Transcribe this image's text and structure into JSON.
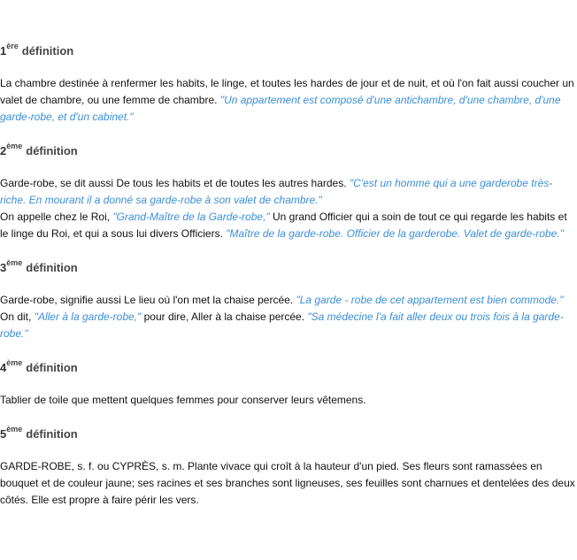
{
  "definitions": [
    {
      "number": "1",
      "suffix": "ère",
      "label": "définition",
      "lines": [
        [
          {
            "t": "La chambre destinée à renfermer les habits, le linge, et toutes les hardes de jour et de nuit, et où l'on fait aussi coucher un valet de chambre, ou une femme de chambre. ",
            "ex": false
          },
          {
            "t": "\"Un appartement est composé d'une antichambre, d'une chambre, d'une garde-robe, et d'un cabinet.\"",
            "ex": true
          }
        ]
      ]
    },
    {
      "number": "2",
      "suffix": "ème",
      "label": "définition",
      "lines": [
        [
          {
            "t": "Garde-robe, se dit aussi De tous les habits et de toutes les autres hardes. ",
            "ex": false
          },
          {
            "t": "\"C'est un homme qui a une garderobe très-riche. En mourant il a donné sa garde-robe à son valet de chambre.\"",
            "ex": true
          }
        ],
        [
          {
            "t": "On appelle chez le Roi, ",
            "ex": false
          },
          {
            "t": "\"Grand-Maître de la Garde-robe,\"",
            "ex": true
          },
          {
            "t": " Un grand Officier qui a soin de tout ce qui regarde les habits et le linge du Roi, et qui a sous lui divers Officiers. ",
            "ex": false
          },
          {
            "t": "\"Maître de la garde-robe. Officier de la garderobe. Valet de garde-robe.\"",
            "ex": true
          }
        ]
      ]
    },
    {
      "number": "3",
      "suffix": "ème",
      "label": "définition",
      "lines": [
        [
          {
            "t": "Garde-robe, signifie aussi Le lieu où l'on met la chaise percée. ",
            "ex": false
          },
          {
            "t": "\"La garde - robe de cet appartement est bien commode.\"",
            "ex": true
          }
        ],
        [
          {
            "t": "On dit, ",
            "ex": false
          },
          {
            "t": "\"Aller à la garde-robe,\"",
            "ex": true
          },
          {
            "t": " pour dire, Aller à la chaise percée. ",
            "ex": false
          },
          {
            "t": "\"Sa médecine l'a fait aller deux ou trois fois à la garde-robe.\"",
            "ex": true
          }
        ]
      ]
    },
    {
      "number": "4",
      "suffix": "ème",
      "label": "définition",
      "lines": [
        [
          {
            "t": "Tablier de toile que mettent quelques femmes pour conserver leurs vêtemens.",
            "ex": false
          }
        ]
      ]
    },
    {
      "number": "5",
      "suffix": "ème",
      "label": "définition",
      "lines": [
        [
          {
            "t": "GARDE-ROBE, s. f. ou CYPRÈS, s. m. Plante vivace qui croît à la hauteur d'un pied. Ses fleurs sont ramassées en bouquet et de couleur jaune; ses racines et ses branches sont ligneuses, ses feuilles sont charnues et dentelées des deux côtés. Elle est propre à faire périr les vers.",
            "ex": false
          }
        ]
      ]
    }
  ]
}
